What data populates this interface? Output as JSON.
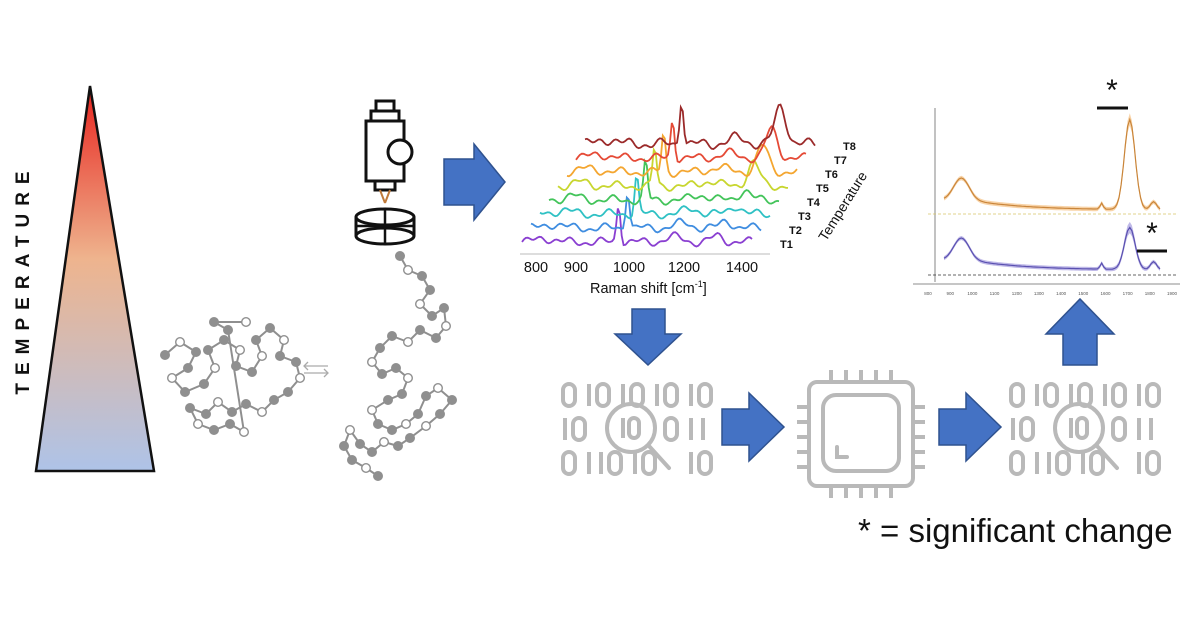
{
  "temperature_label": "TEMPERATURE",
  "colors": {
    "gradient_top": "#e8231e",
    "gradient_mid": "#eeb48e",
    "gradient_bottom": "#aec3e8",
    "arrow": "#4472c4",
    "chip_icon": "#b9b9b9",
    "polymer": "#8f8f8f"
  },
  "spectra_panel": {
    "x_axis_label": "Raman shift [cm",
    "x_axis_superscript": "-1",
    "x_axis_close": "]",
    "x_ticks": [
      "800",
      "900",
      "1000",
      "1200",
      "1400"
    ],
    "depth_axis_label": "Temperature",
    "trace_labels": [
      "T1",
      "T2",
      "T3",
      "T4",
      "T5",
      "T6",
      "T7",
      "T8"
    ],
    "trace_colors": [
      "#8a3fd1",
      "#3f8de0",
      "#2fc1c4",
      "#43c45a",
      "#c8d62f",
      "#f4a630",
      "#e54a36",
      "#9b2a2a"
    ]
  },
  "result_panel": {
    "markers": [
      "*",
      "*"
    ],
    "x_ticks": [
      "800",
      "900",
      "1000",
      "1100",
      "1200",
      "1300",
      "1400",
      "1500",
      "1600",
      "1700",
      "1800",
      "1900"
    ],
    "series_colors": [
      "#e8a553",
      "#7b72c9"
    ]
  },
  "icons": [
    "binary-search-icon",
    "processor-chip-icon",
    "binary-search-icon"
  ],
  "legend": {
    "text": "* = significant change"
  }
}
